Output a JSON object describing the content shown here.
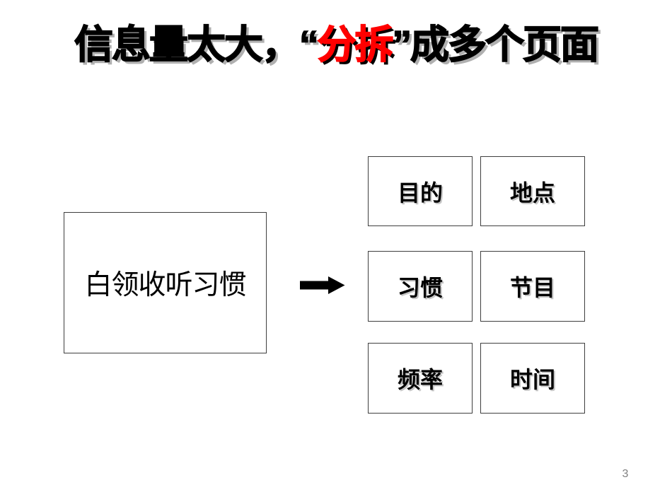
{
  "slide": {
    "title": {
      "prefix": "信息量太大，",
      "quote_open": "“",
      "highlight": "分拆",
      "quote_close": "”",
      "suffix": "成多个页面",
      "text_color": "#000000",
      "highlight_color": "#FF0000",
      "shadow_color": "#B0B0B0"
    },
    "source_box": {
      "label": "白领收听习惯"
    },
    "arrow_icon": "right-arrow",
    "split_boxes": [
      {
        "label": "目的"
      },
      {
        "label": "地点"
      },
      {
        "label": "习惯"
      },
      {
        "label": "节目"
      },
      {
        "label": "频率"
      },
      {
        "label": "时间"
      }
    ],
    "page_number": "3",
    "colors": {
      "background": "#FFFFFF",
      "box_border": "#3E3E3E",
      "arrow": "#000000",
      "page_number": "#808080"
    }
  }
}
